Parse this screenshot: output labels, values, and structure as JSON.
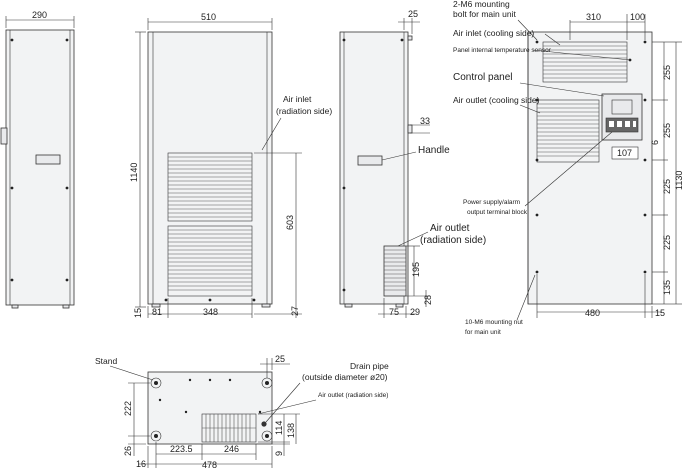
{
  "dimensions": {
    "side_left_width": "290",
    "front_width": "510",
    "front_height": "1140",
    "front_grille_height": "603",
    "front_bottom_offset": "15",
    "front_bottom_a": "81",
    "front_bottom_b": "348",
    "front_bottom_c": "27",
    "side_right_top": "25",
    "side_right_33": "33",
    "side_right_195": "195",
    "side_right_28": "28",
    "side_right_75": "75",
    "side_right_29": "29",
    "back_top_310": "310",
    "back_top_100": "100",
    "back_255a": "255",
    "back_255b": "255",
    "back_225a": "225",
    "back_225b": "225",
    "back_135": "135",
    "back_1130": "1130",
    "back_6": "6",
    "back_107": "107",
    "back_480": "480",
    "back_15": "15",
    "bottom_25": "25",
    "bottom_222": "222",
    "bottom_26": "26",
    "bottom_16": "16",
    "bottom_223_5": "223.5",
    "bottom_246": "246",
    "bottom_478": "478",
    "bottom_9": "9",
    "bottom_114": "114",
    "bottom_138": "138"
  },
  "labels": {
    "air_inlet_radiation": [
      "Air inlet",
      "(radiation side)"
    ],
    "handle": "Handle",
    "air_outlet_radiation": [
      "Air outlet",
      "(radiation side)"
    ],
    "mounting_bolt": [
      "2-M6 mounting",
      "bolt for main unit"
    ],
    "air_inlet_cooling": "Air inlet (cooling side)",
    "panel_temp_sensor": "Panel internal temperature sensor",
    "control_panel": "Control panel",
    "air_outlet_cooling": "Air outlet (cooling side)",
    "power_supply_terminal": [
      "Power supply/alarm",
      "output terminal block"
    ],
    "mounting_nut": [
      "10-M6 mounting nut",
      "for main unit"
    ],
    "stand": "Stand",
    "drain_pipe": [
      "Drain pipe",
      "(outside diameter ø20)"
    ],
    "air_outlet_radiation_bottom": "Air outlet (radiation side)"
  }
}
